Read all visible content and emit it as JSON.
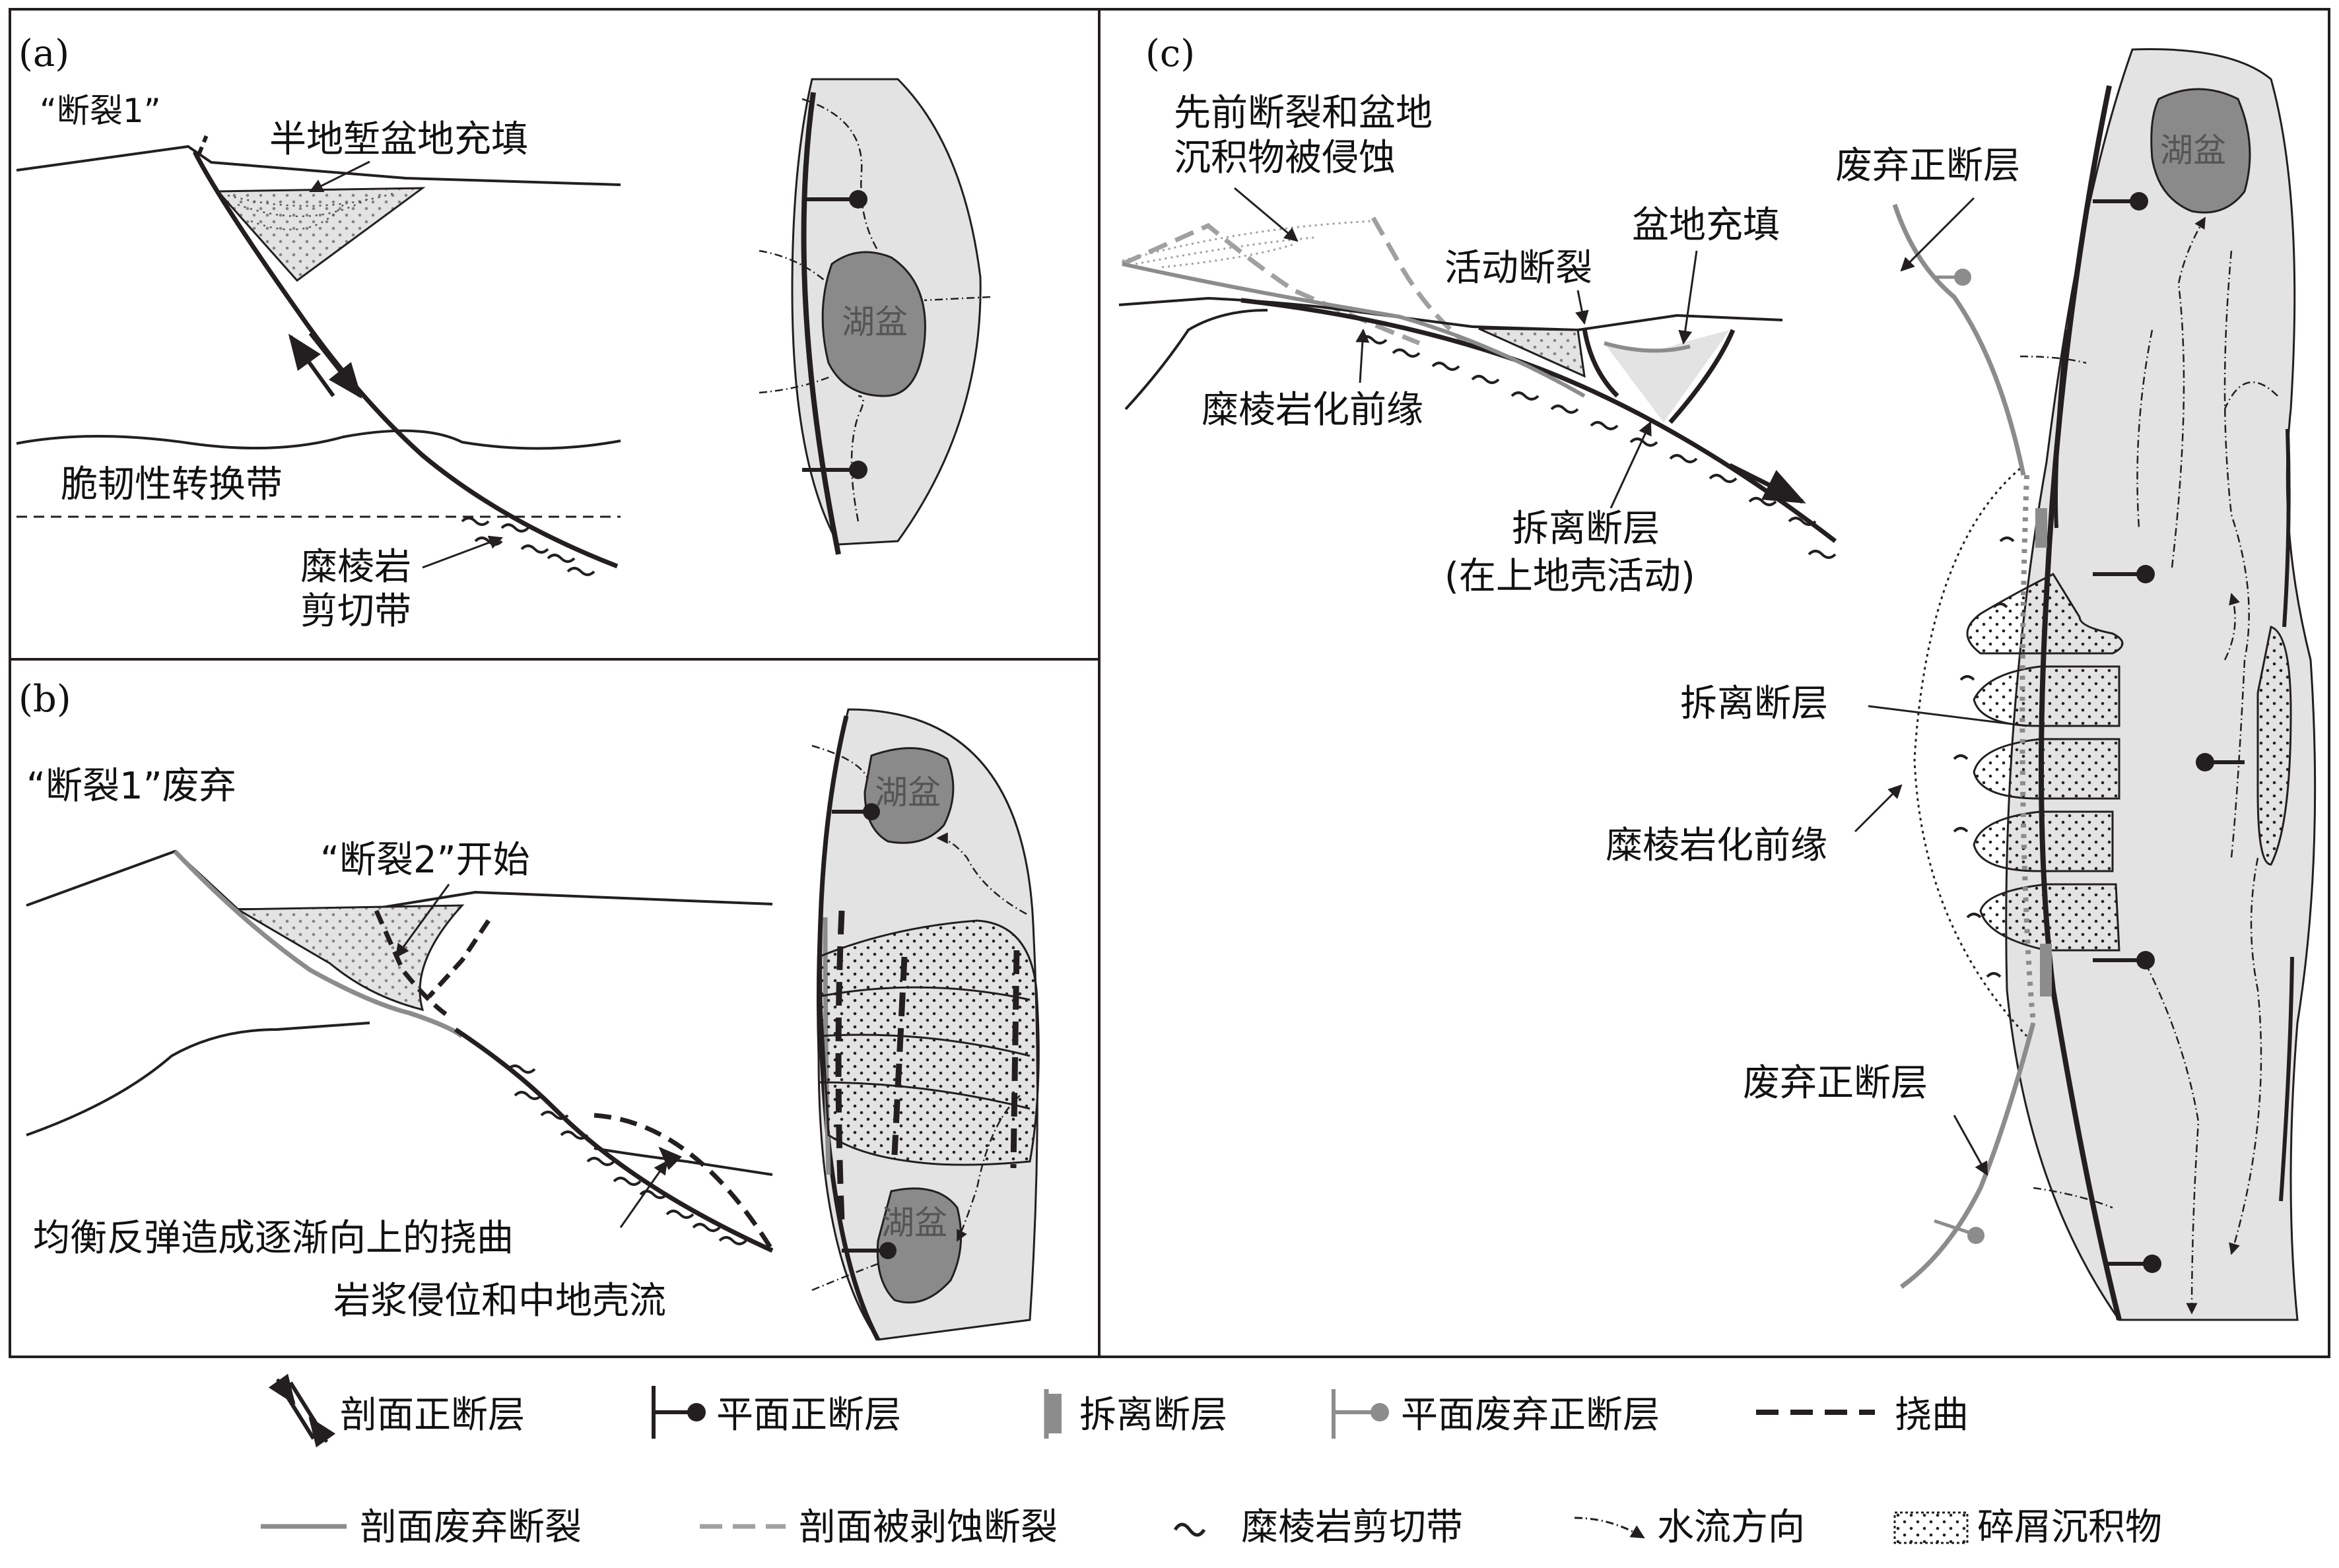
{
  "panel_a": {
    "letter": "(a)",
    "fault1": "“断裂1”",
    "halfgraben": "半地堑盆地充填",
    "bdt": "脆韧性转换带",
    "mylonite_1": "糜棱岩",
    "mylonite_2": "剪切带",
    "basin": "湖盆"
  },
  "panel_b": {
    "letter": "(b)",
    "fault1_abandon": "“断裂1”废弃",
    "fault2_start": "“断裂2”开始",
    "flexure": "均衡反弹造成逐渐向上的挠曲",
    "magma": "岩浆侵位和中地壳流",
    "basin_top": "湖盆",
    "basin_bottom": "湖盆"
  },
  "panel_c": {
    "letter": "(c)",
    "eroded_1": "先前断裂和盆地",
    "eroded_2": "沉积物被侵蚀",
    "active": "活动断裂",
    "basinfill": "盆地充填",
    "myl_front": "糜棱岩化前缘",
    "detach_1": "拆离断层",
    "detach_2": "(在上地壳活动)",
    "abandoned_top": "废弃正断层",
    "basin": "湖盆",
    "map_detach": "拆离断层",
    "map_myl_front": "糜棱岩化前缘",
    "abandoned_bottom": "废弃正断层"
  },
  "legend": {
    "row1": [
      "剖面正断层",
      "平面正断层",
      "拆离断层",
      "平面废弃正断层",
      "挠曲"
    ],
    "row2": [
      "剖面废弃断裂",
      "剖面被剥蚀断裂",
      "糜棱岩剪切带",
      "水流方向",
      "碎屑沉积物"
    ]
  },
  "colors": {
    "line": "#231f20",
    "gray_line": "#8c8c8c",
    "basin_fill": "#8a8a8a",
    "map_fill": "#e3e3e3"
  }
}
